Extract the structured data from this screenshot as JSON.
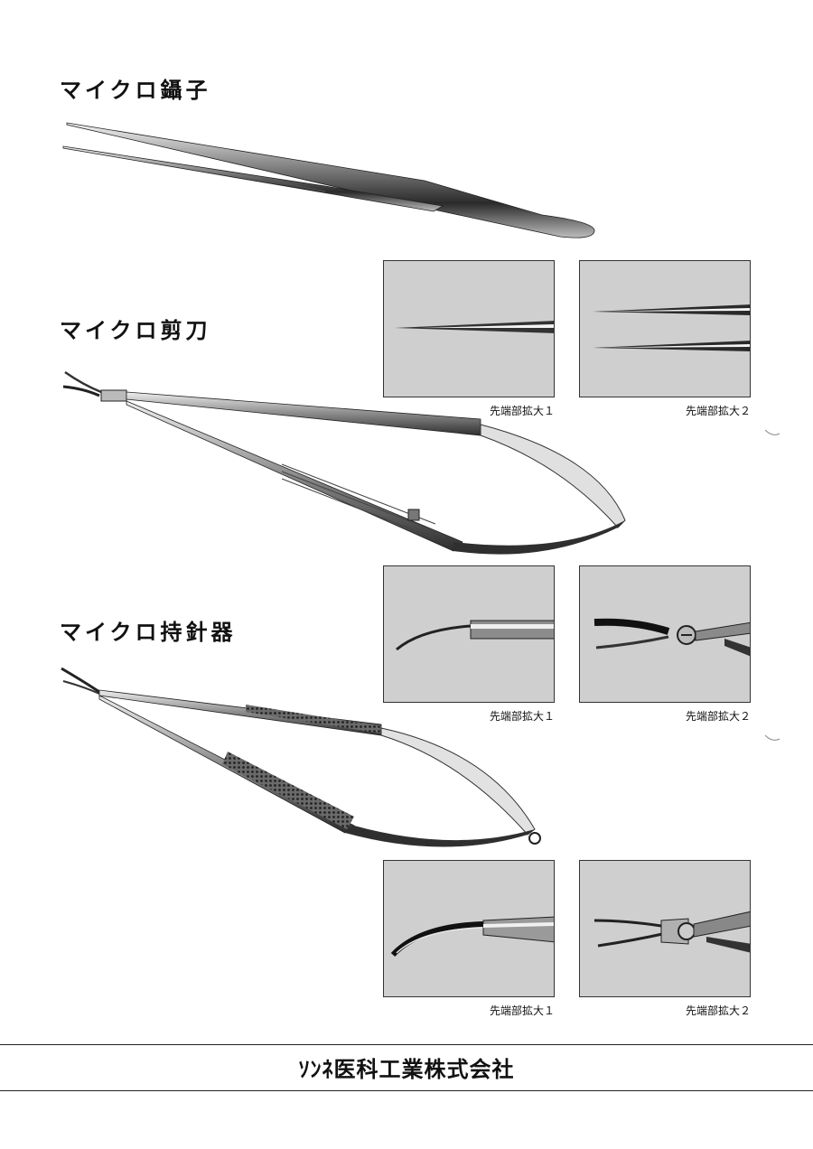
{
  "sections": [
    {
      "title": "マイクロ鑷子"
    },
    {
      "title": "マイクロ剪刀"
    },
    {
      "title": "マイクロ持針器"
    }
  ],
  "captions": {
    "detail1": "先端部拡大１",
    "detail2": "先端部拡大２"
  },
  "footer": {
    "company": "ｿﾝﾈ医科工業株式会社"
  }
}
